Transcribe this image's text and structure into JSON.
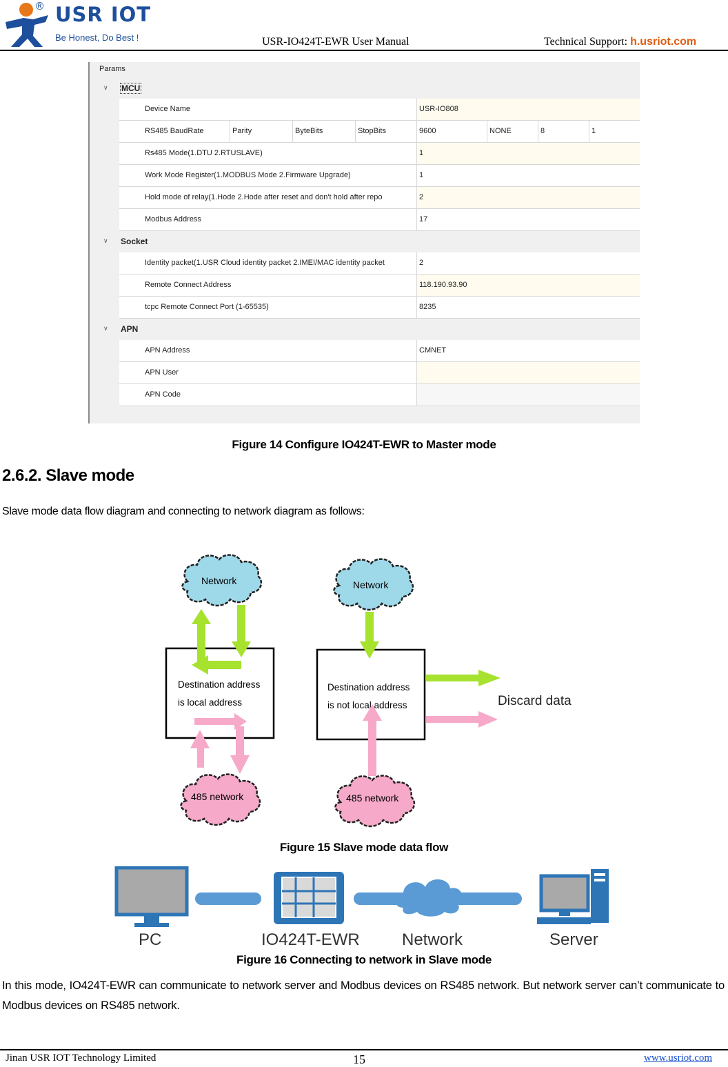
{
  "header": {
    "logo_name": "USR IOT",
    "logo_reg": "®",
    "logo_slogan": "Be Honest, Do Best !",
    "manual_title": "USR-IO424T-EWR User Manual",
    "support_label": "Technical Support: ",
    "support_link": "h.usriot.com"
  },
  "params": {
    "title": "Params",
    "sections": [
      {
        "label": "MCU",
        "chevron": "chevron-down-icon"
      },
      {
        "label": "Socket",
        "chevron": "chevron-down-icon"
      },
      {
        "label": "APN",
        "chevron": "chevron-down-icon"
      }
    ],
    "mcu": {
      "device_name": {
        "name": "Device Name",
        "value": "USR-IO808"
      },
      "rs485": {
        "name": "RS485 BaudRate",
        "parity_label": "Parity",
        "bytebits_label": "ByteBits",
        "stopbits_label": "StopBits",
        "baud": "9600",
        "parity": "NONE",
        "bytebits": "8",
        "stopbits": "1"
      },
      "rs485_mode": {
        "name": "Rs485 Mode(1.DTU 2.RTUSLAVE)",
        "value": "1"
      },
      "work_mode": {
        "name": "Work Mode Register(1.MODBUS Mode 2.Firmware Upgrade)",
        "value": "1"
      },
      "hold_mode": {
        "name": "Hold mode of relay(1.Hode 2.Hode after reset and don't hold after repo",
        "value": "2"
      },
      "modbus_address": {
        "name": "Modbus Address",
        "value": "17"
      }
    },
    "socket": {
      "identity": {
        "name": "Identity packet(1.USR Cloud identity packet 2.IMEI/MAC identity packet",
        "value": "2"
      },
      "remote_address": {
        "name": "Remote Connect Address",
        "value": "118.190.93.90"
      },
      "remote_port": {
        "name": "tcpc Remote Connect Port (1-65535)",
        "value": "8235"
      }
    },
    "apn": {
      "address": {
        "name": "APN Address",
        "value": "CMNET"
      },
      "user": {
        "name": "APN User",
        "value": ""
      },
      "code": {
        "name": "APN Code",
        "value": ""
      }
    }
  },
  "figure14_caption": "Figure 14 Configure IO424T-EWR to Master mode",
  "section_heading": "2.6.2. Slave mode",
  "intro": "Slave mode data flow diagram and connecting to network diagram as follows:",
  "figure15": {
    "left_cloud_top": "Network",
    "right_cloud_top": "Network",
    "left_cloud_bottom": "485 network",
    "right_cloud_bottom": "485 network",
    "left_box_line1": "Destination address",
    "left_box_line2": "is local address",
    "right_box_line1": "Destination address",
    "right_box_line2": "is not local address",
    "discard": "Discard data",
    "colors": {
      "network_cloud": "#9ed9ea",
      "rs485_cloud": "#f6a9c9",
      "green_arrow": "#a6e22e",
      "pink_arrow": "#f6a9c9"
    }
  },
  "figure15_caption": "Figure 15 Slave mode data flow",
  "figure16": {
    "pc": "PC",
    "device": "IO424T-EWR",
    "network": "Network",
    "server": "Server",
    "colors": {
      "link": "#5b9bd5"
    }
  },
  "figure16_caption": "Figure 16 Connecting to network in Slave mode",
  "conclusion": "In this mode, IO424T-EWR can communicate to network server and Modbus devices on RS485 network. But network server can’t communicate to Modbus devices on RS485 network.",
  "footer": {
    "company": "Jinan USR IOT Technology Limited",
    "page": "15",
    "url": "www.usriot.com"
  }
}
